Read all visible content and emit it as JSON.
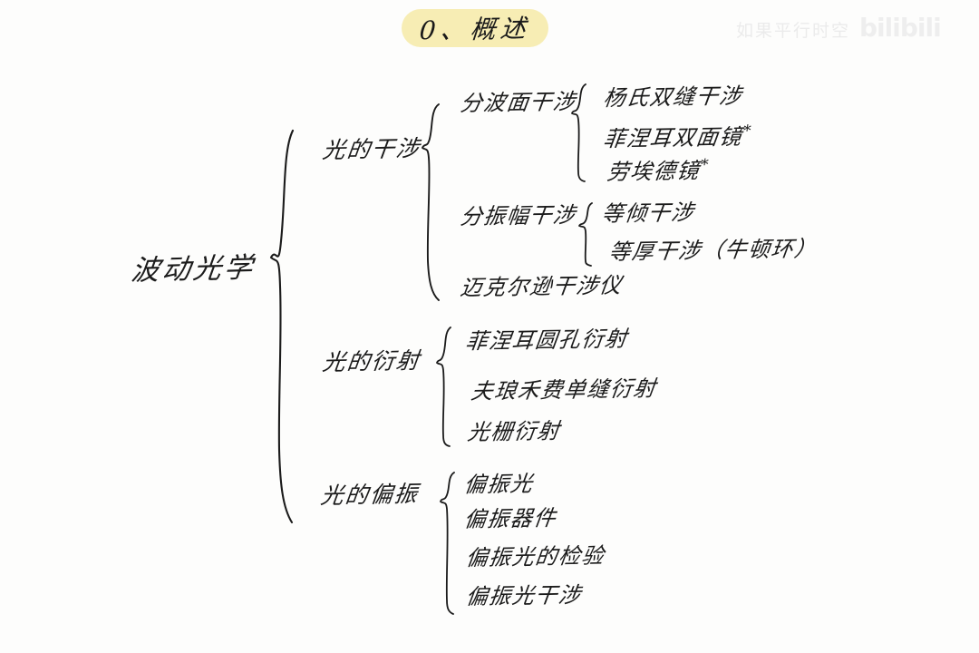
{
  "page": {
    "title": "0、概述",
    "background_color": "#fdfdfc",
    "ink_color": "#1b1b1b",
    "highlight_color": "#f7edb4"
  },
  "watermark": {
    "text": "如果平行时空",
    "logo": "bilibili",
    "color": "#ececec"
  },
  "mindmap": {
    "root": "波动光学",
    "branches": [
      {
        "label": "光的干涉",
        "children": [
          {
            "label": "分波面干涉",
            "children": [
              {
                "label": "杨氏双缝干涉",
                "starred": ""
              },
              {
                "label": "菲涅耳双面镜",
                "starred": "*"
              },
              {
                "label": "劳埃德镜",
                "starred": "*"
              }
            ]
          },
          {
            "label": "分振幅干涉",
            "children": [
              {
                "label": "等倾干涉",
                "starred": ""
              },
              {
                "label": "等厚干涉（牛顿环）",
                "starred": ""
              }
            ]
          },
          {
            "label": "迈克尔逊干涉仪",
            "children": []
          }
        ]
      },
      {
        "label": "光的衍射",
        "children": [
          {
            "label": "菲涅耳圆孔衍射",
            "children": []
          },
          {
            "label": "夫琅禾费单缝衍射",
            "children": []
          },
          {
            "label": "光栅衍射",
            "children": []
          }
        ]
      },
      {
        "label": "光的偏振",
        "children": [
          {
            "label": "偏振光",
            "children": []
          },
          {
            "label": "偏振器件",
            "children": []
          },
          {
            "label": "偏振光的检验",
            "children": []
          },
          {
            "label": "偏振光干涉",
            "children": []
          }
        ]
      }
    ]
  }
}
